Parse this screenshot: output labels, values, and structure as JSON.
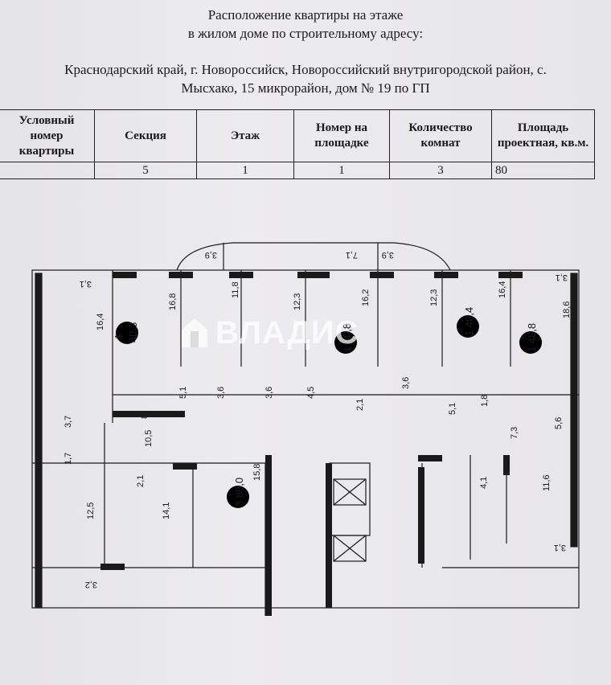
{
  "header": {
    "line1": "Расположение квартиры на этаже",
    "line2": "в жилом доме по строительному адресу:",
    "address1": "Краснодарский край, г. Новороссийск, Новороссийский внутригородской район, с.",
    "address2": "Мысхако, 15 микрорайон, дом № 19 по ГП"
  },
  "table": {
    "headers": [
      "Условный номер квартиры",
      "Секция",
      "Этаж",
      "Номер на площадке",
      "Количество комнат",
      "Площадь проектная, кв.м."
    ],
    "row": [
      "",
      "5",
      "1",
      "1",
      "3",
      "80"
    ]
  },
  "plan": {
    "watermark": "ВЛАДИС",
    "labels": [
      "3,9",
      "7,1",
      "3,9",
      "3,1",
      "3,1",
      "16,8",
      "11,8",
      "12,3",
      "16,2",
      "12,3",
      "16,4",
      "18,6",
      "16,4",
      "3,6",
      "3,6",
      "4,5",
      "2,1",
      "3,6",
      "5,1",
      "1,8",
      "5,1",
      "8",
      "3,7",
      "1,7",
      "10,5",
      "2,1",
      "12,5",
      "14,1",
      "15,8",
      "7,3",
      "5,6",
      "4,1",
      "11,6",
      "3,1",
      "3,2"
    ],
    "apartments": [
      {
        "rooms": "1",
        "area": "40,3"
      },
      {
        "rooms": "1",
        "area": "40,8"
      },
      {
        "rooms": "1",
        "area": "40,4"
      },
      {
        "rooms": "1",
        "area": "48,8"
      },
      {
        "rooms": "3",
        "area": "80,0"
      }
    ]
  }
}
